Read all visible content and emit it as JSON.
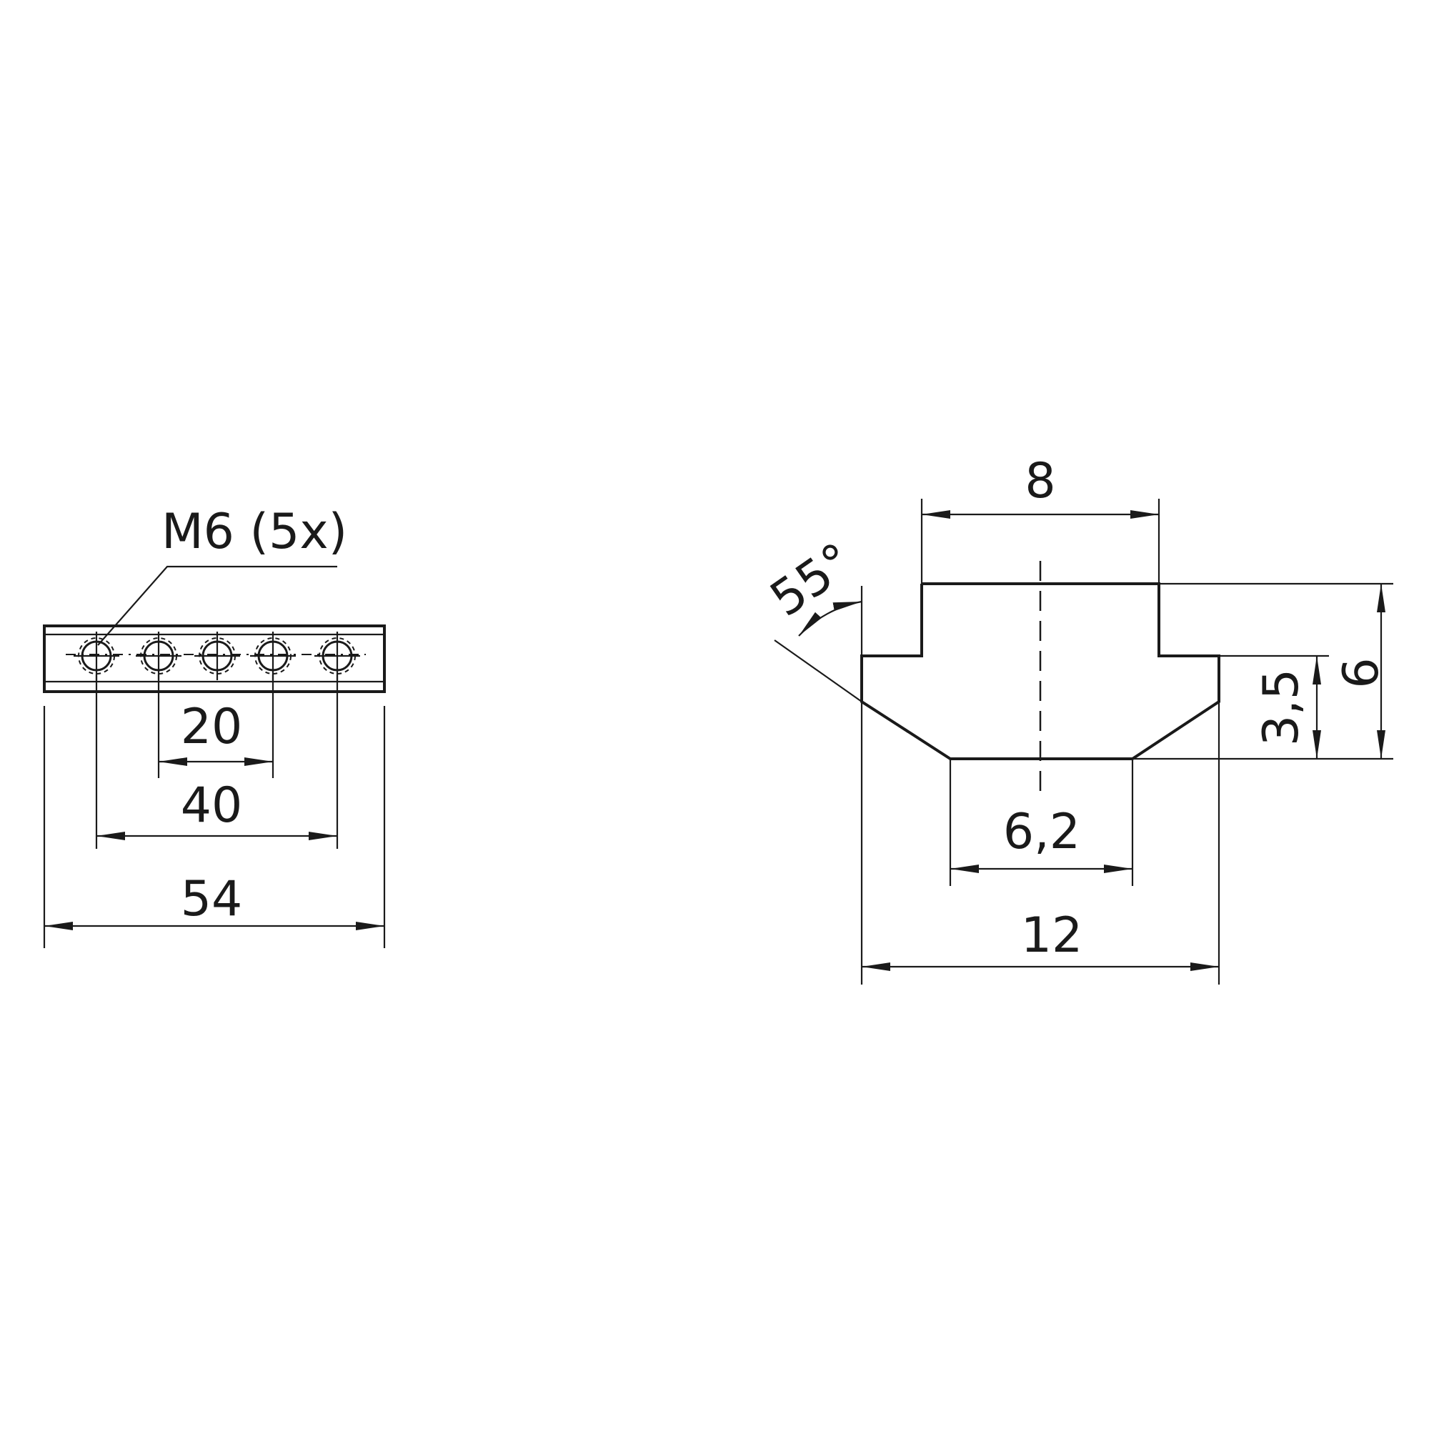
{
  "front_view": {
    "label_thread": "M6 (5x)",
    "dim_pitch": "20",
    "dim_outer_holes": "40",
    "dim_length": "54"
  },
  "section_view": {
    "dim_top_width": "8",
    "dim_angle": "55°",
    "dim_bottom_width": "6,2",
    "dim_total_width": "12",
    "dim_lower_height": "3,5",
    "dim_total_height": "6"
  },
  "colors": {
    "line": "#1a1a1a",
    "background": "#ffffff"
  }
}
